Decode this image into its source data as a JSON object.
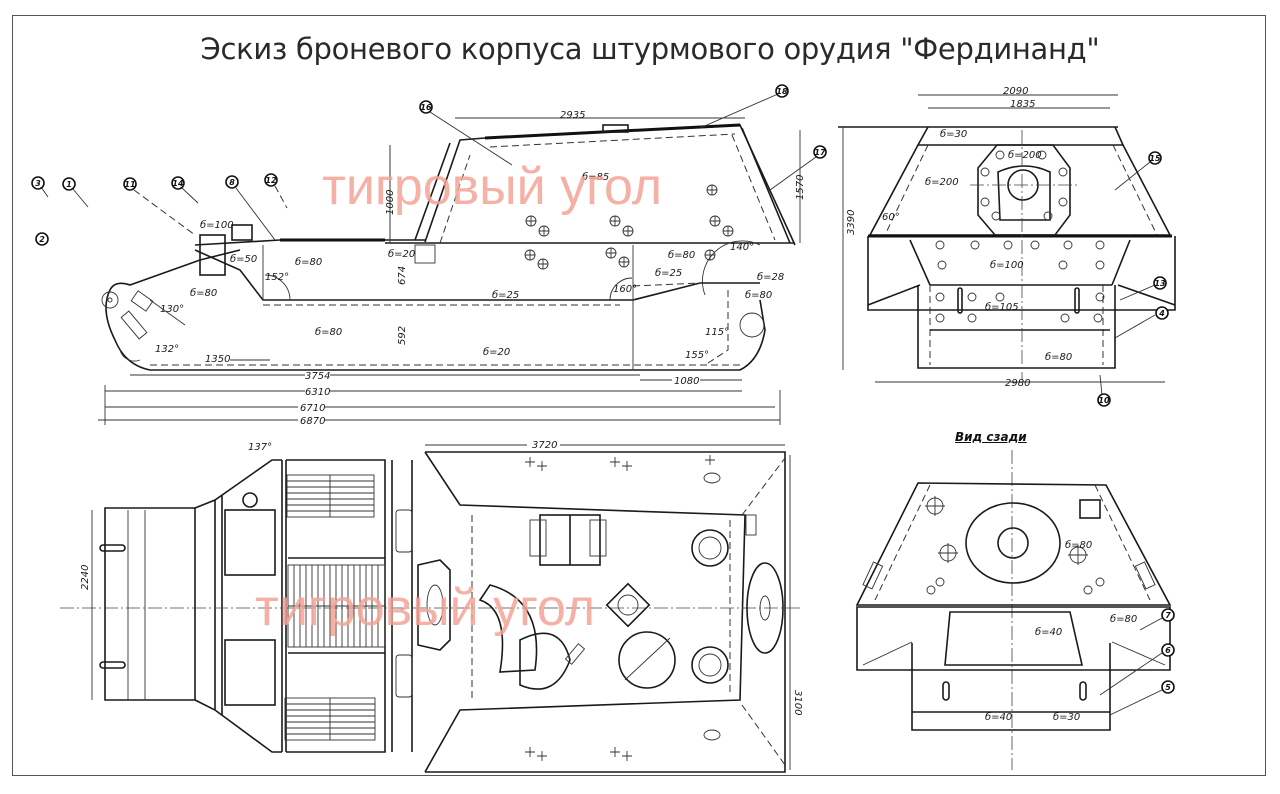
{
  "title": "Эскиз броневого корпуса штурмового орудия \"Фердинанд\"",
  "watermark": {
    "text": "тигровый угол",
    "color": "#f4a496"
  },
  "side_view": {
    "callouts": [
      "3",
      "1",
      "2",
      "11",
      "14",
      "8",
      "12",
      "16",
      "18",
      "17"
    ],
    "dimensions": {
      "casemate_length": "2935",
      "casemate_height": "1000",
      "rear_height": "1570",
      "hull_upper_height": "674",
      "hull_lower_height": "592",
      "front_offset": "1350",
      "rear_offset": "1080",
      "d1": "3754",
      "d2": "6310",
      "d3": "6710",
      "d4": "6870"
    },
    "thickness_labels": [
      "б=80",
      "б=80",
      "б=80",
      "б=25",
      "б=20",
      "б=20",
      "б=85",
      "б=80",
      "б=25",
      "б=100",
      "б=50",
      "б=28",
      "б=80"
    ],
    "angles": [
      "152°",
      "132°",
      "130°",
      "160°",
      "140°",
      "115°",
      "155°"
    ]
  },
  "front_view": {
    "callouts": [
      "15",
      "13",
      "4",
      "10"
    ],
    "dimensions": {
      "top_width_outer": "2090",
      "top_width_inner": "1835",
      "height": "3390",
      "bottom_width": "2980",
      "angle": "60°"
    },
    "thickness_labels": [
      "б=30",
      "б=200",
      "б=200",
      "б=100",
      "б=105",
      "б=80"
    ]
  },
  "top_view": {
    "dimensions": {
      "casemate_length": "3720",
      "width": "3100",
      "engine_width": "2240",
      "angle": "137°"
    }
  },
  "rear_view": {
    "label": "Вид сзади",
    "callouts": [
      "7",
      "6",
      "5"
    ],
    "thickness_labels": [
      "б=80",
      "б=80",
      "б=40",
      "б=40",
      "б=30"
    ]
  }
}
